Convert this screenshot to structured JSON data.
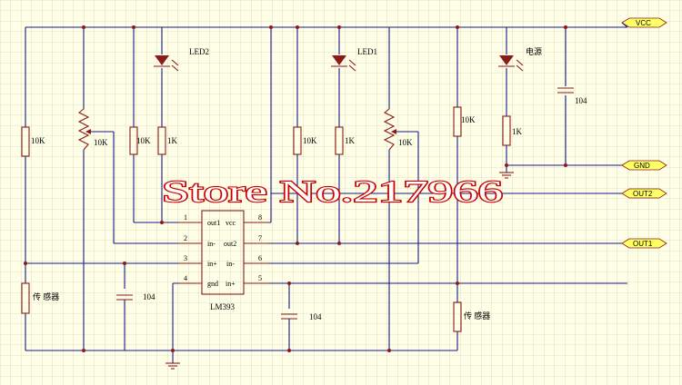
{
  "chip": {
    "name": "LM393"
  },
  "pins": {
    "p1": "1",
    "p2": "2",
    "p3": "3",
    "p4": "4",
    "p5": "5",
    "p6": "6",
    "p7": "7",
    "p8": "8",
    "out1": "out1",
    "vcc": "vcc",
    "in_minus_l": "in-",
    "out2": "out2",
    "in_plus_l": "in+",
    "in_minus_r": "in-",
    "gnd": "gnd",
    "in_plus_r": "in+"
  },
  "ports": {
    "vcc": "VCC",
    "gnd": "GND",
    "out2": "OUT2",
    "out1": "OUT1"
  },
  "labels": {
    "r1": "10K",
    "pot1": "10K",
    "r2": "10K",
    "r3": "1K",
    "led2": "LED2",
    "r4": "10K",
    "r5": "1K",
    "led1": "LED1",
    "pot2": "10K",
    "r6": "10K",
    "r7": "1K",
    "led3": "电源",
    "cap1": "104",
    "cap2": "104",
    "cap3": "104",
    "sensor1": "传 感器",
    "sensor2": "传 感器"
  },
  "watermark": "Store No.217966",
  "colors": {
    "wire": "#1a1a8c",
    "component": "#8b1a1a",
    "grid": "#c8c8a8",
    "background": "#ffffe8",
    "watermark_stroke": "#cc0000"
  }
}
